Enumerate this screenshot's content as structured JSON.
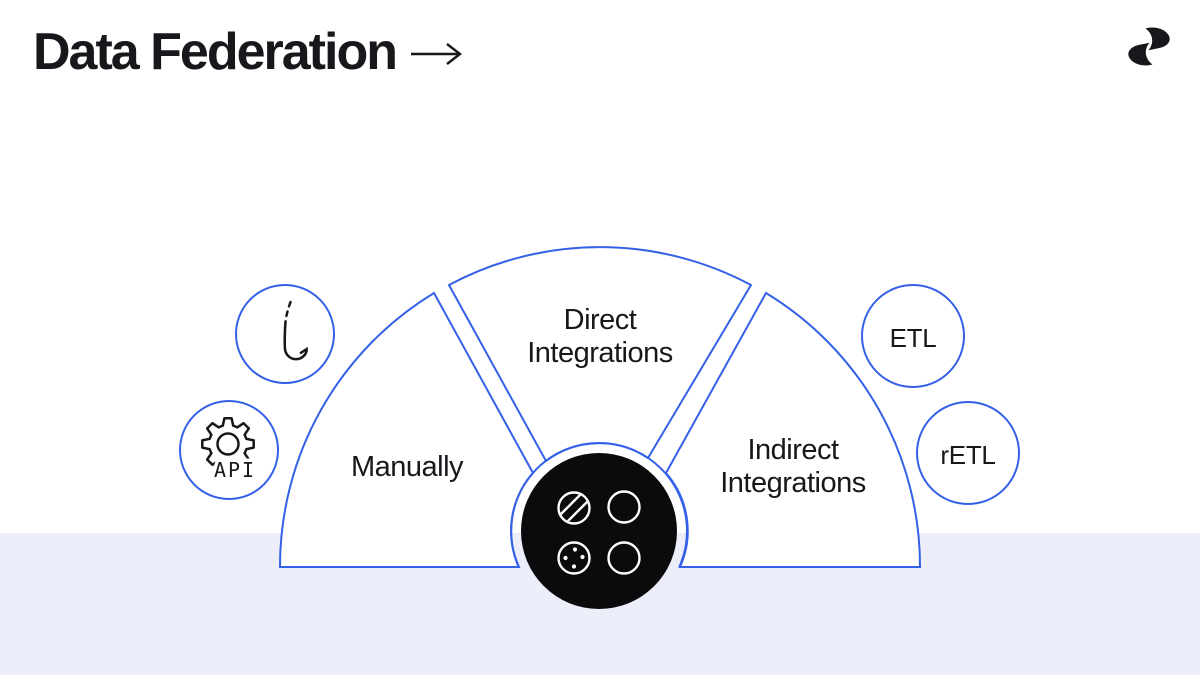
{
  "header": {
    "title": "Data Federation",
    "arrow_icon": "right-arrow-icon"
  },
  "brand": {
    "logo_icon": "dual-fin-logo-icon"
  },
  "diagram": {
    "segments": [
      {
        "label": "Manually"
      },
      {
        "label": "Direct Integrations",
        "lines": [
          "Direct",
          "Integrations"
        ]
      },
      {
        "label": "Indirect Integrations",
        "lines": [
          "Indirect",
          "Integrations"
        ]
      }
    ],
    "satellites": [
      {
        "icon": "fishhook-icon",
        "label": ""
      },
      {
        "icon": "gear-icon",
        "label": "API"
      },
      {
        "label": "ETL"
      },
      {
        "label": "rETL"
      }
    ],
    "hub_icons": [
      "striped-circle-icon",
      "outline-circle-icon",
      "dotted-circle-icon",
      "outline-circle-icon"
    ]
  },
  "colors": {
    "accent": "#3560e8",
    "ink": "#17171c",
    "band": "#eceefa",
    "hub": "#0b0b0e"
  }
}
